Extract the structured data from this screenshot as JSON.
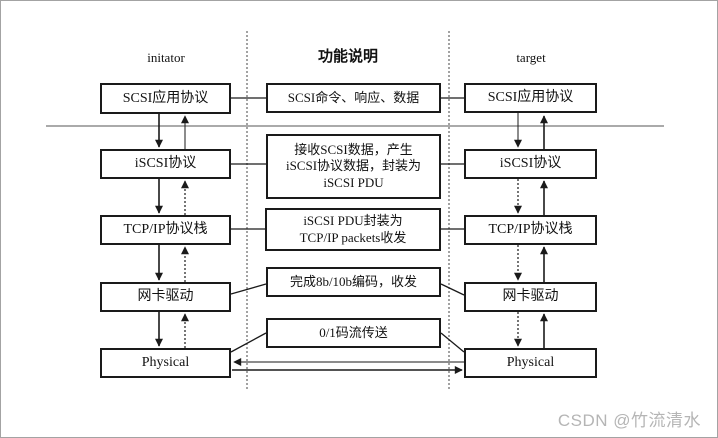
{
  "diagram": {
    "headers": {
      "initiator": "initator",
      "function": "功能说明",
      "target": "target"
    },
    "initiator_stack": [
      "SCSI应用协议",
      "iSCSI协议",
      "TCP/IP协议栈",
      "网卡驱动",
      "Physical"
    ],
    "function_boxes": [
      "SCSI命令、响应、数据",
      "接收SCSI数据，产生\niSCSI协议数据，封装为\niSCSI PDU",
      "iSCSI PDU封装为\nTCP/IP packets收发",
      "完成8b/10b编码，收发",
      "0/1码流传送"
    ],
    "target_stack": [
      "SCSI应用协议",
      "iSCSI协议",
      "TCP/IP协议栈",
      "网卡驱动",
      "Physical"
    ],
    "watermark": "CSDN @竹流清水",
    "colors": {
      "line": "#1a1a1a",
      "divider": "#555555",
      "dotted_guide": "#444444",
      "watermark": "#b5b5b5",
      "frame": "#a3a3a3"
    }
  }
}
